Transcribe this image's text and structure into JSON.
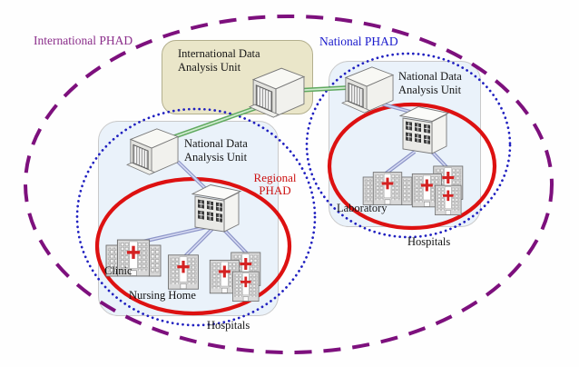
{
  "figure": {
    "type": "network-architecture-diagram",
    "zones": {
      "international": {
        "label": "International PHAD",
        "border_color": "#7D107D",
        "label_color": "#8B2E8B",
        "border_style": "dashed-ellipse"
      },
      "national": {
        "label": "National PHAD",
        "border_color": "#2020C0",
        "label_color": "#1A1ACC",
        "border_style": "dotted-ellipse"
      },
      "regional": {
        "label_line1": "Regional",
        "label_line2": "PHAD",
        "border_color": "#DD1111",
        "label_color": "#CC1111",
        "border_style": "solid-ellipse"
      }
    },
    "nodes": {
      "international_unit": {
        "label_line1": "International Data",
        "label_line2": "Analysis Unit",
        "icon": "mainframe-server-icon",
        "panel_color": "#EAE6C9"
      },
      "national_unit_left": {
        "label_line1": "National Data",
        "label_line2": "Analysis Unit",
        "icon": "mainframe-server-icon",
        "panel_color": "#EAF2FA"
      },
      "national_unit_right": {
        "label_line1": "National Data",
        "label_line2": "Analysis Unit",
        "icon": "mainframe-server-icon",
        "panel_color": "#EAF2FA"
      },
      "regional_center_left": {
        "icon": "office-building-icon"
      },
      "regional_center_right": {
        "icon": "office-building-icon"
      },
      "clinic": {
        "label": "Clinic",
        "icon": "clinic-building-icon"
      },
      "nursing_home": {
        "label": "Nursing Home",
        "icon": "hospital-building-icon"
      },
      "hospitals_left": {
        "label": "Hospitals",
        "icon": "hospital-cluster-icon"
      },
      "laboratory": {
        "label": "Laboratory",
        "icon": "laboratory-building-icon"
      },
      "hospitals_right": {
        "label": "Hospitals",
        "icon": "hospital-cluster-icon"
      }
    },
    "edges": [
      {
        "from": "international_unit",
        "to": "national_unit_right",
        "type": "backbone"
      },
      {
        "from": "international_unit",
        "to": "national_unit_left",
        "type": "backbone"
      },
      {
        "from": "national_unit_left",
        "to": "regional_center_left",
        "type": "local"
      },
      {
        "from": "regional_center_left",
        "to": "clinic",
        "type": "local"
      },
      {
        "from": "regional_center_left",
        "to": "nursing_home",
        "type": "local"
      },
      {
        "from": "regional_center_left",
        "to": "hospitals_left",
        "type": "local"
      },
      {
        "from": "national_unit_right",
        "to": "regional_center_right",
        "type": "local"
      },
      {
        "from": "regional_center_right",
        "to": "laboratory",
        "type": "local"
      },
      {
        "from": "regional_center_right",
        "to": "hospitals_right",
        "type": "local"
      }
    ],
    "connection_colors": {
      "backbone_color": "#5FA95F",
      "local_color": "#8C95C8"
    }
  }
}
